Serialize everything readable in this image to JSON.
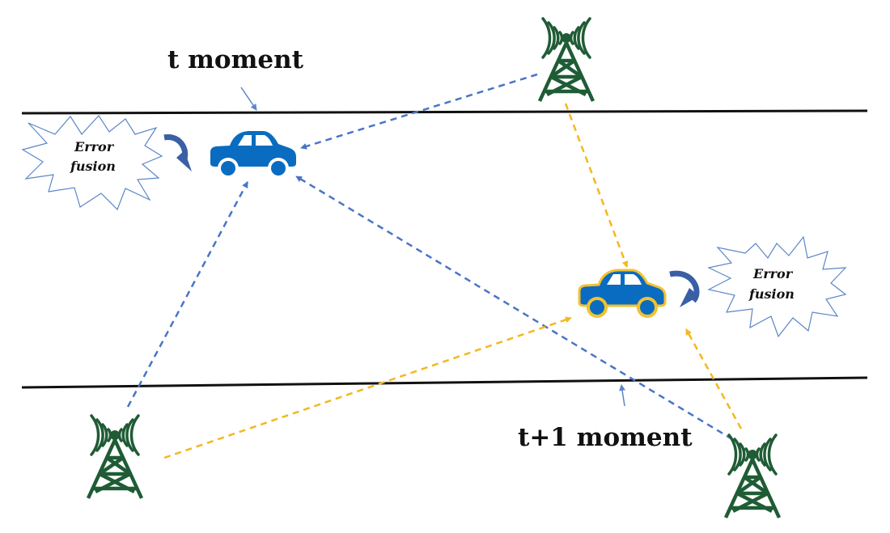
{
  "labels": {
    "t_moment": "t moment",
    "t1_moment": "t+1 moment",
    "burst_left_line1": "Error",
    "burst_left_line2": "fusion",
    "burst_right_line1": "Error",
    "burst_right_line2": "fusion"
  },
  "icons": {
    "tower": "cell-tower-icon",
    "car": "car-icon",
    "rotate_arrow": "curved-arrow-icon",
    "burst": "starburst-icon"
  },
  "colors": {
    "road_line": "#111111",
    "car_body": "#0a6cc0",
    "car_outline_t1": "#f2c230",
    "tower": "#1f5c35",
    "blue_link": "#4a74c8",
    "yellow_link": "#f2b820",
    "curved_arrow": "#3a5fa5",
    "burst_stroke": "#5b86c8"
  }
}
